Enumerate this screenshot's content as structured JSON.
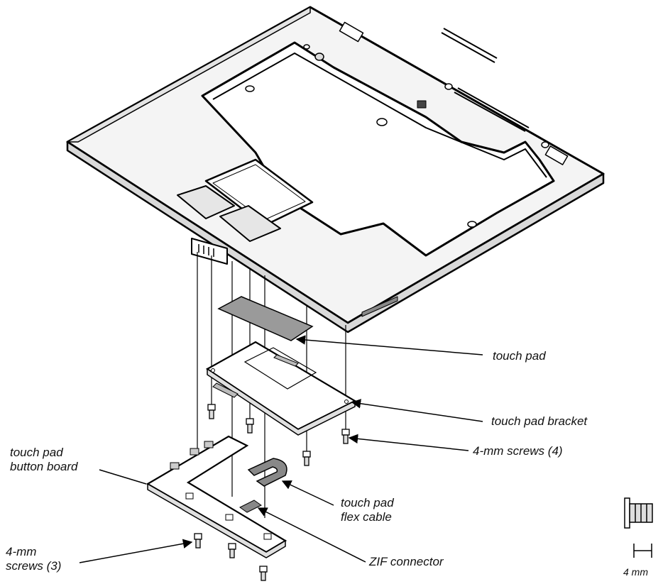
{
  "labels": {
    "touch_pad": "touch pad",
    "touch_pad_bracket": "touch pad bracket",
    "screws_4": "4-mm screws (4)",
    "button_board": "touch pad\nbutton board",
    "flex_cable": "touch pad\nflex cable",
    "screws_3": "4-mm\nscrews (3)",
    "zif_connector": "ZIF connector",
    "scale": "4 mm"
  }
}
